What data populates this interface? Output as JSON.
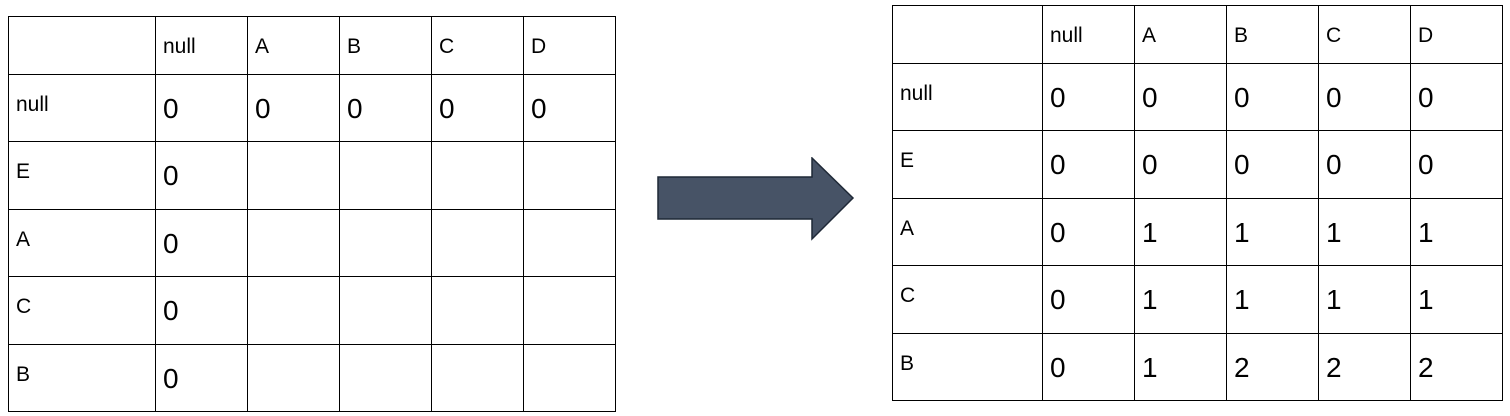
{
  "left_table": {
    "corner": "",
    "columns": [
      "null",
      "A",
      "B",
      "C",
      "D"
    ],
    "rows": [
      {
        "label": "null",
        "cells": [
          "0",
          "0",
          "0",
          "0",
          "0"
        ]
      },
      {
        "label": "E",
        "cells": [
          "0",
          "",
          "",
          "",
          ""
        ]
      },
      {
        "label": "A",
        "cells": [
          "0",
          "",
          "",
          "",
          ""
        ]
      },
      {
        "label": "C",
        "cells": [
          "0",
          "",
          "",
          "",
          ""
        ]
      },
      {
        "label": "B",
        "cells": [
          "0",
          "",
          "",
          "",
          ""
        ]
      }
    ]
  },
  "right_table": {
    "corner": "",
    "columns": [
      "null",
      "A",
      "B",
      "C",
      "D"
    ],
    "rows": [
      {
        "label": "null",
        "cells": [
          "0",
          "0",
          "0",
          "0",
          "0"
        ]
      },
      {
        "label": "E",
        "cells": [
          "0",
          "0",
          "0",
          "0",
          "0"
        ]
      },
      {
        "label": "A",
        "cells": [
          "0",
          "1",
          "1",
          "1",
          "1"
        ]
      },
      {
        "label": "C",
        "cells": [
          "0",
          "1",
          "1",
          "1",
          "1"
        ]
      },
      {
        "label": "B",
        "cells": [
          "0",
          "1",
          "2",
          "2",
          "2"
        ]
      }
    ]
  },
  "arrow": {
    "icon": "right-arrow-icon",
    "fill": "#475366",
    "stroke": "#1f2937"
  }
}
